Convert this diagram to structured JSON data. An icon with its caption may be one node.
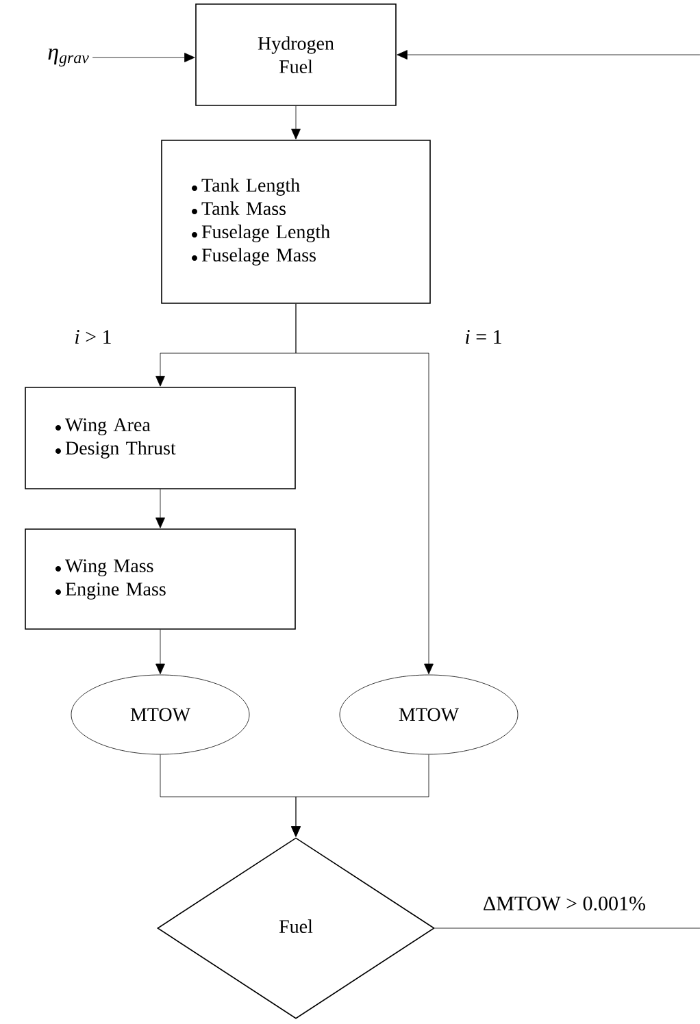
{
  "diagram": {
    "nodes": [
      {
        "text": [
          "η$_{grav}$"
        ]
      },
      {
        "text": [
          "Hydrogen Fuel"
        ]
      },
      {
        "text": [
          "Tank Length",
          "Tank Mass",
          "Fuselage Length",
          "Fuselage Mass"
        ]
      },
      {
        "text": [
          "Wing Area",
          "Design Thrust"
        ]
      },
      {
        "text": [
          "Wing Mass",
          "Engine Mass"
        ]
      },
      {
        "text": [
          "MTOW"
        ]
      },
      {
        "text": [
          "MTOW"
        ]
      },
      {
        "text": [
          "Fuel"
        ]
      }
    ],
    "edges": [
      {
        "from": 0,
        "to": 1,
        "arrow": "to"
      },
      {
        "from": null,
        "to": 1,
        "arrow": "to"
      },
      {
        "from": 1,
        "to": 2,
        "arrow": "to"
      },
      {
        "from": 2,
        "to": 3,
        "arrow": "to",
        "label": "*i* > 1"
      },
      {
        "from": 2,
        "to": 6,
        "arrow": "to",
        "label": "*i* = 1"
      },
      {
        "from": 3,
        "to": 4,
        "arrow": "to"
      },
      {
        "from": 4,
        "to": 5,
        "arrow": "to"
      },
      {
        "from": 5,
        "to": 7,
        "arrow": "to"
      },
      {
        "from": 6,
        "to": 7,
        "arrow": "to"
      },
      {
        "from": 7,
        "to": null,
        "arrow": "none",
        "label": "ΔMTOW > 0.001%"
      }
    ]
  }
}
